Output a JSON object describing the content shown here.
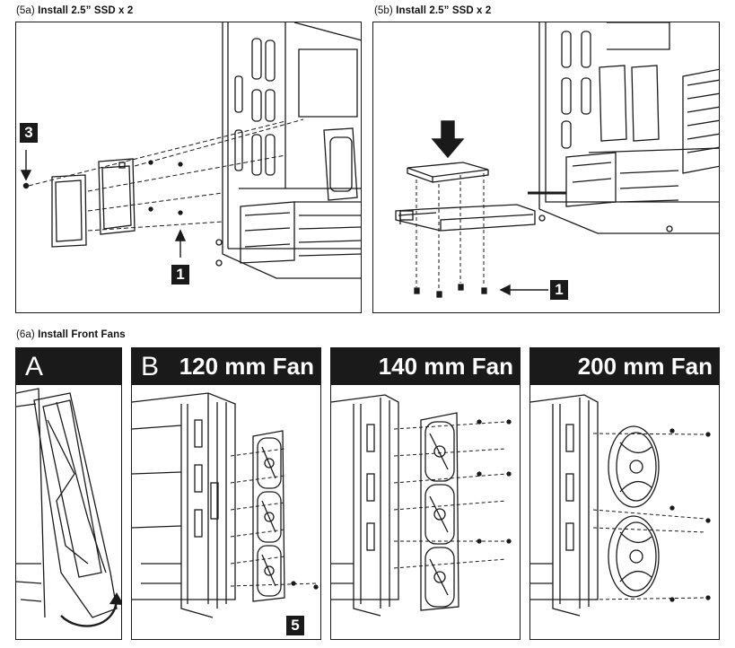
{
  "sections": {
    "s5a": {
      "prefix": "(5a)",
      "title": "Install 2.5” SSD x 2"
    },
    "s5b": {
      "prefix": "(5b)",
      "title": "Install 2.5” SSD x 2"
    },
    "s6a": {
      "prefix": "(6a)",
      "title": "Install Front Fans"
    }
  },
  "steps": {
    "screw_step": "3",
    "bracket_step": "1",
    "tray_step": "1",
    "fan_screw_step": "5"
  },
  "fan_panels": {
    "a": {
      "letter": "A"
    },
    "b": {
      "letter": "B",
      "size_label": "120 mm Fan"
    },
    "c": {
      "size_label": "140 mm Fan"
    },
    "d": {
      "size_label": "200 mm Fan"
    }
  },
  "colors": {
    "ink": "#1a1a1a",
    "paper": "#ffffff"
  }
}
